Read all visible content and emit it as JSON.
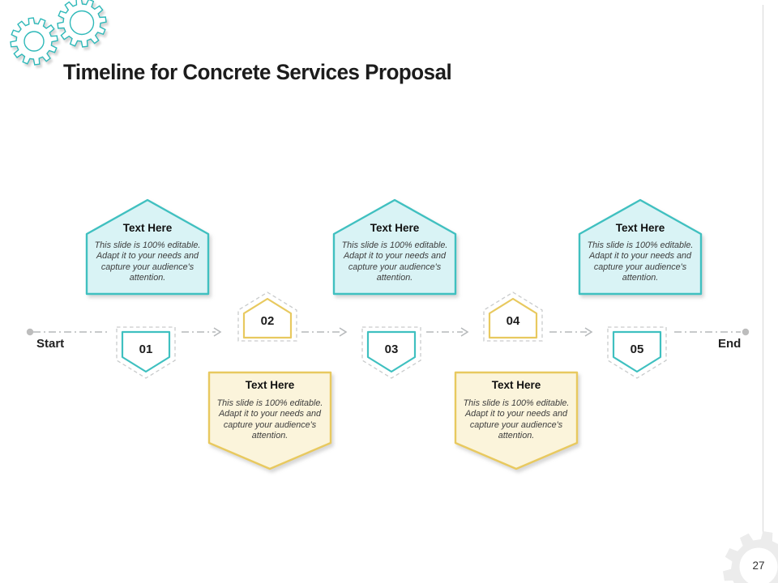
{
  "slide": {
    "title": "Timeline for Concrete Services Proposal",
    "page_number": "27"
  },
  "timeline": {
    "start_label": "Start",
    "end_label": "End",
    "milestones": [
      {
        "number": "01"
      },
      {
        "number": "02"
      },
      {
        "number": "03"
      },
      {
        "number": "04"
      },
      {
        "number": "05"
      }
    ]
  },
  "top_callouts": [
    {
      "title": "Text Here",
      "body": "This slide is 100% editable. Adapt it to your needs and capture your audience's attention."
    },
    {
      "title": "Text Here",
      "body": "This slide is 100% editable. Adapt it to your needs and capture your audience's attention."
    },
    {
      "title": "Text Here",
      "body": "This slide is 100% editable. Adapt it to your needs and capture your audience's attention."
    }
  ],
  "bottom_callouts": [
    {
      "title": "Text Here",
      "body": "This slide is 100% editable. Adapt it to your needs and capture your audience's attention."
    },
    {
      "title": "Text Here",
      "body": "This slide is 100% editable. Adapt it to your needs and capture your audience's attention."
    }
  ],
  "colors": {
    "teal_stroke": "#3fc0c0",
    "teal_fill": "#d9f3f5",
    "yellow_stroke": "#e8c95f",
    "yellow_fill": "#fbf4db",
    "dash_gray": "#b5b8ba",
    "gear_gray": "#ececec"
  }
}
